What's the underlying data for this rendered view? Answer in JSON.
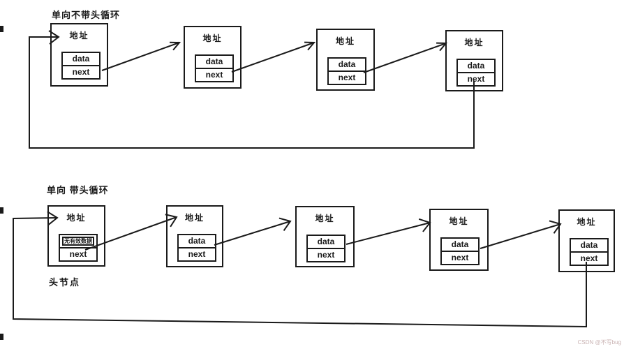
{
  "watermark": "CSDN @不写bug",
  "diagram1": {
    "title": "单向不带头循环",
    "nodes": [
      {
        "address": "地址",
        "data": "data",
        "next": "next"
      },
      {
        "address": "地址",
        "data": "data",
        "next": "next"
      },
      {
        "address": "地址",
        "data": "data",
        "next": "next"
      },
      {
        "address": "地址",
        "data": "data",
        "next": "next"
      }
    ]
  },
  "diagram2": {
    "title": "单向 带头循环",
    "head_caption": "头节点",
    "nodes": [
      {
        "address": "地址",
        "data": "无有效数据",
        "next": "next"
      },
      {
        "address": "地址",
        "data": "data",
        "next": "next"
      },
      {
        "address": "地址",
        "data": "data",
        "next": "next"
      },
      {
        "address": "地址",
        "data": "data",
        "next": "next"
      },
      {
        "address": "地址",
        "data": "data",
        "next": "next"
      }
    ]
  }
}
